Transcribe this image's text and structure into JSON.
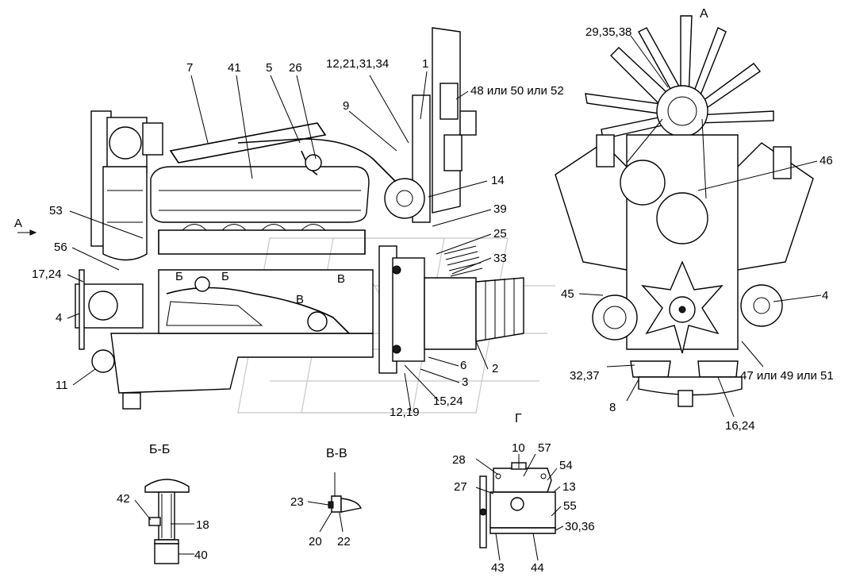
{
  "side_view": {
    "callouts": [
      "7",
      "41",
      "5",
      "26",
      "12,21,31,34",
      "1",
      "48 или 50 или 52",
      "9",
      "14",
      "39",
      "25",
      "33",
      "53",
      "56",
      "17,24",
      "4",
      "11",
      "6",
      "2",
      "3",
      "15,24",
      "12,19"
    ],
    "view_arrow_label": "А",
    "section_b_labels": [
      "Б",
      "Б"
    ],
    "section_v_labels": [
      "В",
      "В"
    ]
  },
  "front_view": {
    "title": "А",
    "callouts": [
      "29,35,38",
      "46",
      "45",
      "4",
      "32,37",
      "47 или 49 или 51",
      "8",
      "16,24"
    ]
  },
  "section_bb": {
    "title": "Б-Б",
    "callouts": [
      "42",
      "18",
      "40"
    ]
  },
  "section_vv": {
    "title": "В-В",
    "callouts": [
      "23",
      "20",
      "22"
    ]
  },
  "view_g": {
    "title": "Г",
    "callouts": [
      "28",
      "10",
      "57",
      "54",
      "27",
      "13",
      "55",
      "30,36",
      "43",
      "44"
    ]
  }
}
